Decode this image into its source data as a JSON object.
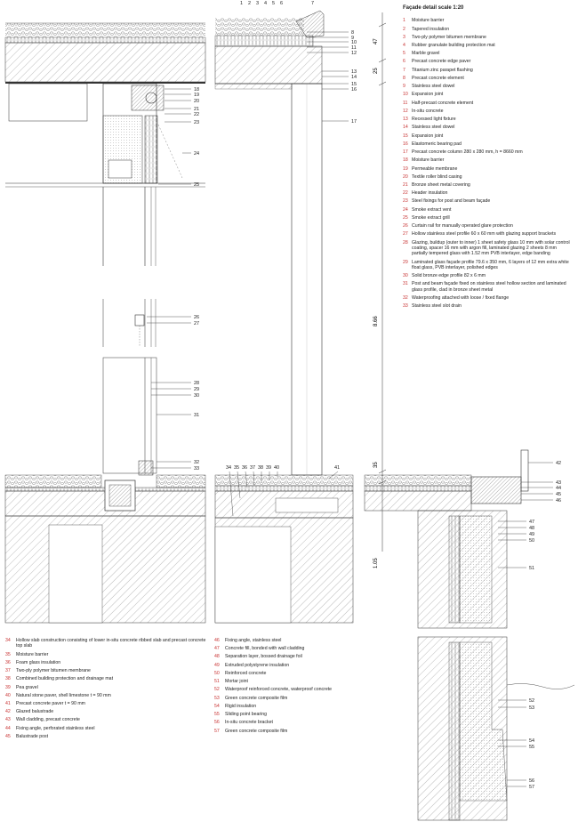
{
  "title": "Façade detail scale 1:20",
  "colors": {
    "accent_red": "#c83232",
    "line": "#222222",
    "hatch": "#666666"
  },
  "dimensions": {
    "d47": "47",
    "d25": "25",
    "d866": "8.66",
    "d35": "35",
    "d105": "1.05"
  },
  "section_a_callouts": [
    "8",
    "9",
    "10",
    "11",
    "12",
    "13",
    "14",
    "15",
    "16",
    "17"
  ],
  "section_b_callouts": [
    "34",
    "35",
    "36",
    "37",
    "38",
    "39",
    "40",
    "41"
  ],
  "section_c_callouts": [
    "42",
    "43",
    "44",
    "45",
    "46",
    "47",
    "48",
    "49",
    "50",
    "51",
    "52",
    "53",
    "54",
    "55",
    "56",
    "57"
  ],
  "section_left_callouts": [
    "18",
    "19",
    "20",
    "21",
    "22",
    "23",
    "24",
    "25",
    "26",
    "27",
    "28",
    "29",
    "30",
    "31",
    "32",
    "33"
  ],
  "top_callouts": [
    "1",
    "2",
    "3",
    "4",
    "5",
    "6",
    "7"
  ],
  "legend_top": [
    {
      "n": "1",
      "t": "Moisture barrier"
    },
    {
      "n": "2",
      "t": "Tapered insulation"
    },
    {
      "n": "3",
      "t": "Two-ply polymer bitumen membrane"
    },
    {
      "n": "4",
      "t": "Rubber granulate building protection mat"
    },
    {
      "n": "5",
      "t": "Marble gravel"
    },
    {
      "n": "6",
      "t": "Precast concrete edge paver"
    },
    {
      "n": "7",
      "t": "Titanium zinc parapet flashing"
    },
    {
      "n": "8",
      "t": "Precast concrete element"
    },
    {
      "n": "9",
      "t": "Stainless steel dowel"
    },
    {
      "n": "10",
      "t": "Expansion joint"
    },
    {
      "n": "11",
      "t": "Half-precast concrete element"
    },
    {
      "n": "12",
      "t": "In-situ concrete"
    },
    {
      "n": "13",
      "t": "Recessed light fixture"
    },
    {
      "n": "14",
      "t": "Stainless steel dowel"
    },
    {
      "n": "15",
      "t": "Expansion joint"
    },
    {
      "n": "16",
      "t": "Elastomeric bearing pad"
    },
    {
      "n": "17",
      "t": "Precast concrete column 280 x 280 mm, h = 8660 mm"
    },
    {
      "n": "18",
      "t": "Moisture barrier"
    },
    {
      "n": "19",
      "t": "Permeable membrane"
    },
    {
      "n": "20",
      "t": "Textile roller blind casing"
    },
    {
      "n": "21",
      "t": "Bronze sheet metal covering"
    },
    {
      "n": "22",
      "t": "Header insulation"
    },
    {
      "n": "23",
      "t": "Steel fixings for post and beam façade"
    },
    {
      "n": "24",
      "t": "Smoke extract vent"
    },
    {
      "n": "25",
      "t": "Smoke extract grill"
    },
    {
      "n": "26",
      "t": "Curtain rail for manually operated glare protection"
    },
    {
      "n": "27",
      "t": "Hollow stainless steel profile 60 x 60 mm with glazing support brackets"
    },
    {
      "n": "28",
      "t": "Glazing, buildup (outer to inner) 1 sheet safety glass 10 mm with solar control coating, spacer 16 mm with argon fill, laminated glazing 2 sheets 8 mm partially tempered glass with 1.52 mm PVB interlayer, edge banding"
    },
    {
      "n": "29",
      "t": "Laminated glass façade profile 79.6 x 350 mm, 6 layers of 12 mm extra white float glass, PVB interlayer, polished edges"
    },
    {
      "n": "30",
      "t": "Solid bronze edge profile 82 x 6 mm"
    },
    {
      "n": "31",
      "t": "Post and beam façade fixed on stainless steel hollow section and laminated glass profile, clad in bronze sheet metal"
    },
    {
      "n": "32",
      "t": "Waterproofing attached with loose / fixed flange"
    },
    {
      "n": "33",
      "t": "Stainless steel slot drain"
    }
  ],
  "legend_bottom_left": [
    {
      "n": "34",
      "t": "Hollow slab construction consisting of lower in-situ concrete ribbed slab and precast concrete top slab"
    },
    {
      "n": "35",
      "t": "Moisture barrier"
    },
    {
      "n": "36",
      "t": "Foam glass insulation"
    },
    {
      "n": "37",
      "t": "Two-ply polymer bitumen membrane"
    },
    {
      "n": "38",
      "t": "Combined building protection and drainage mat"
    },
    {
      "n": "39",
      "t": "Pea gravel"
    },
    {
      "n": "40",
      "t": "Natural stone paver, shell limestone t = 90 mm"
    },
    {
      "n": "41",
      "t": "Precast concrete paver t = 90 mm"
    },
    {
      "n": "42",
      "t": "Glazed balustrade"
    },
    {
      "n": "43",
      "t": "Wall cladding, precast concrete"
    },
    {
      "n": "44",
      "t": "Fixing angle, perforated stainless steel"
    },
    {
      "n": "45",
      "t": "Balustrade post"
    }
  ],
  "legend_bottom_mid": [
    {
      "n": "46",
      "t": "Fixing angle, stainless steel"
    },
    {
      "n": "47",
      "t": "Concrete fill, bonded with wall cladding"
    },
    {
      "n": "48",
      "t": "Separation layer, bossed drainage foil"
    },
    {
      "n": "49",
      "t": "Extruded polystyrene insulation"
    },
    {
      "n": "50",
      "t": "Reinforced concrete"
    },
    {
      "n": "51",
      "t": "Mortar joint"
    },
    {
      "n": "52",
      "t": "Waterproof reinforced concrete, waterproof concrete"
    },
    {
      "n": "53",
      "t": "Green concrete composite film"
    },
    {
      "n": "54",
      "t": "Rigid insulation"
    },
    {
      "n": "55",
      "t": "Sliding point bearing"
    },
    {
      "n": "56",
      "t": "In-situ concrete bracket"
    },
    {
      "n": "57",
      "t": "Green concrete composite film"
    }
  ]
}
